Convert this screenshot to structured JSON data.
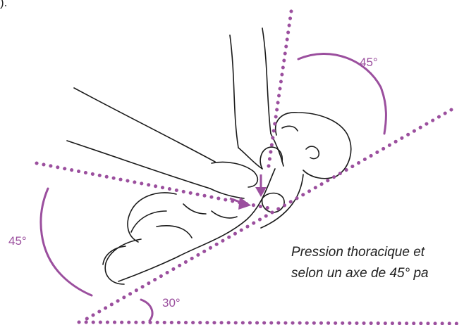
{
  "top_left_fragment": ").",
  "angles": {
    "top_right": "45°",
    "left": "45°",
    "bottom": "30°"
  },
  "caption": {
    "line1": "Pression thoracique et",
    "line2": "selon un axe de 45° pa"
  },
  "colors": {
    "accent": "#9b4f9e",
    "drawing": "#1a1a1a"
  }
}
